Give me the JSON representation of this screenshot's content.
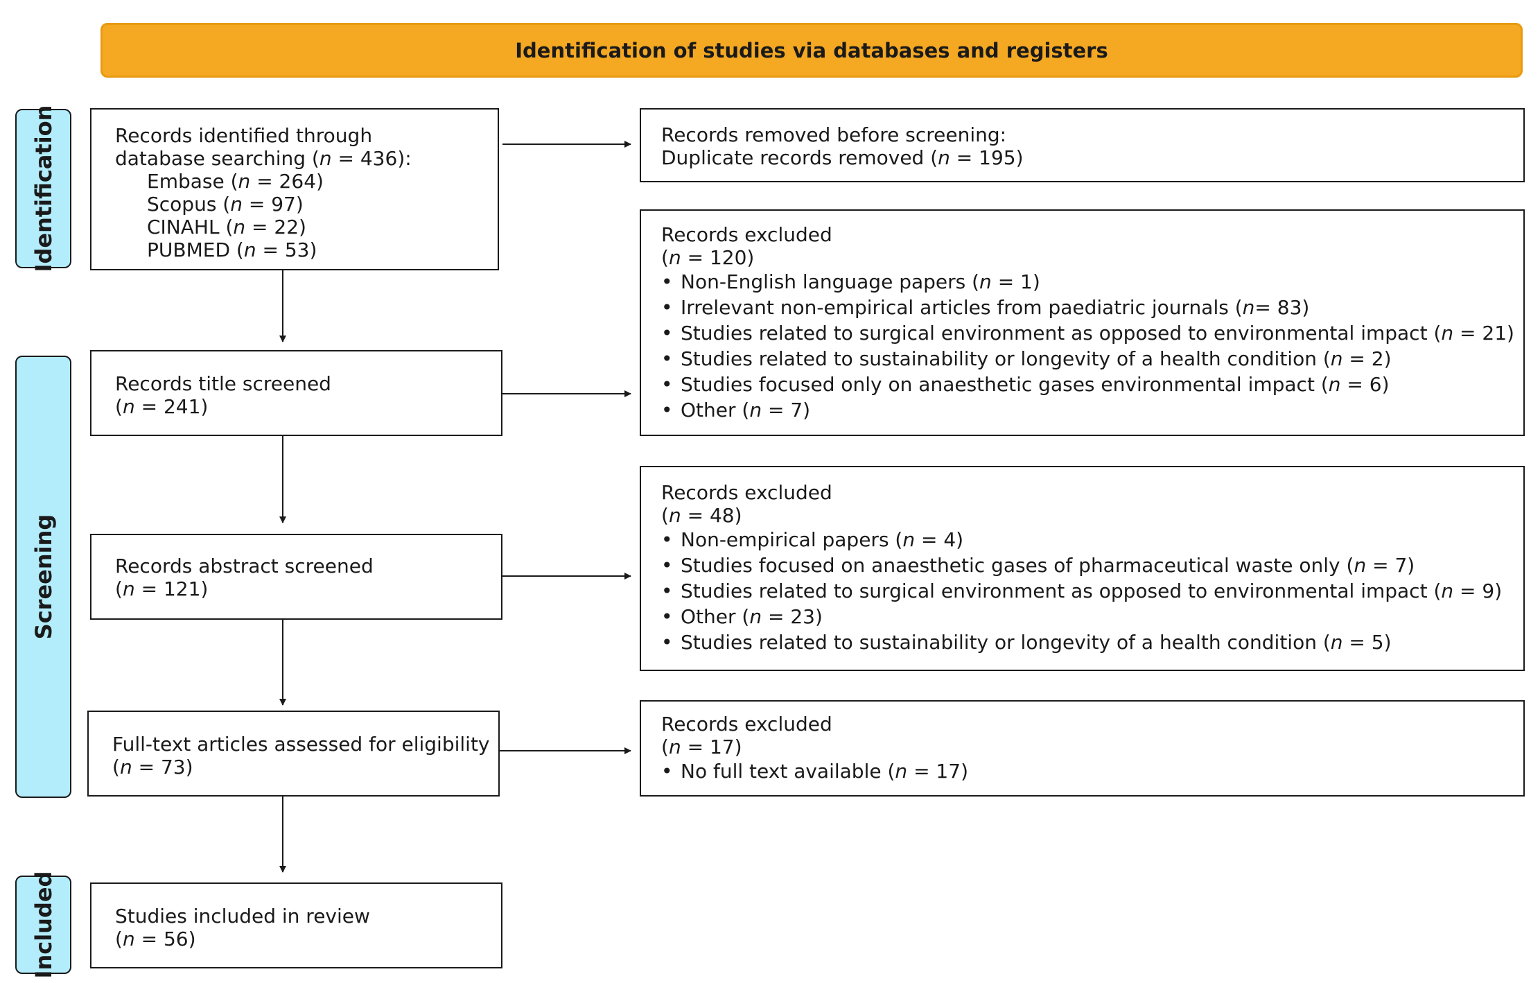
{
  "header": {
    "title": "Identification of studies via databases and registers"
  },
  "phases": {
    "identification": "Identification",
    "screening": "Screening",
    "included": "Included"
  },
  "identified": {
    "line1": "Records identified through",
    "line2_pre": "database searching (",
    "line2_n": "n",
    "line2_post": " = 436):",
    "sources": [
      {
        "pre": "Embase (",
        "n": "n",
        "post": " = 264)"
      },
      {
        "pre": "Scopus (",
        "n": "n",
        "post": " = 97)"
      },
      {
        "pre": "CINAHL (",
        "n": "n",
        "post": " = 22)"
      },
      {
        "pre": "PUBMED (",
        "n": "n",
        "post": " = 53)"
      }
    ]
  },
  "removed": {
    "line1": "Records removed before screening:",
    "line2_pre": "Duplicate records removed (",
    "line2_n": "n",
    "line2_post": " = 195)"
  },
  "title_screened": {
    "label": "Records title screened",
    "n_pre": "(",
    "n": "n",
    "n_post": " = 241)"
  },
  "excluded1": {
    "label": "Records excluded",
    "n_pre": "(",
    "n": "n",
    "n_post": " = 120)",
    "bullet": "•",
    "items": [
      {
        "pre": "Non-English language papers (",
        "n": "n",
        "post": " = 1)"
      },
      {
        "pre": "Irrelevant non-empirical articles from paediatric journals (",
        "n": "n",
        "post": "= 83)"
      },
      {
        "pre": "Studies related to surgical environment as opposed to environmental impact (",
        "n": "n",
        "post": " = 21)"
      },
      {
        "pre": "Studies related to sustainability or longevity of a health condition (",
        "n": "n",
        "post": " = 2)"
      },
      {
        "pre": "Studies focused only on anaesthetic gases environmental impact (",
        "n": "n",
        "post": " = 6)"
      },
      {
        "pre": "Other (",
        "n": "n",
        "post": " = 7)"
      }
    ]
  },
  "abstract_screened": {
    "label": "Records abstract screened",
    "n_pre": "(",
    "n": "n",
    "n_post": " = 121)"
  },
  "excluded2": {
    "label": "Records excluded",
    "n_pre": "(",
    "n": "n",
    "n_post": " = 48)",
    "bullet": "•",
    "items": [
      {
        "pre": "Non-empirical papers (",
        "n": "n",
        "post": " = 4)"
      },
      {
        "pre": "Studies focused on anaesthetic gases of pharmaceutical waste only (",
        "n": "n",
        "post": " = 7)"
      },
      {
        "pre": "Studies related to surgical environment as opposed to environmental impact (",
        "n": "n",
        "post": " = 9)"
      },
      {
        "pre": "Other (",
        "n": "n",
        "post": " = 23)"
      },
      {
        "pre": "Studies related to sustainability or longevity of a health condition (",
        "n": "n",
        "post": " = 5)"
      }
    ]
  },
  "fulltext": {
    "label": "Full-text articles assessed for eligibility",
    "n_pre": "(",
    "n": "n",
    "n_post": " = 73)"
  },
  "excluded3": {
    "label": "Records excluded",
    "n_pre": "(",
    "n": "n",
    "n_post": " = 17)",
    "bullet": "•",
    "items": [
      {
        "pre": "No full text available (",
        "n": "n",
        "post": " = 17)"
      }
    ]
  },
  "included": {
    "label": "Studies included in review",
    "n_pre": "(",
    "n": "n",
    "n_post": " = 56)"
  },
  "colors": {
    "header_fill": "#f5a822",
    "phase_fill": "#b3ecfb"
  }
}
